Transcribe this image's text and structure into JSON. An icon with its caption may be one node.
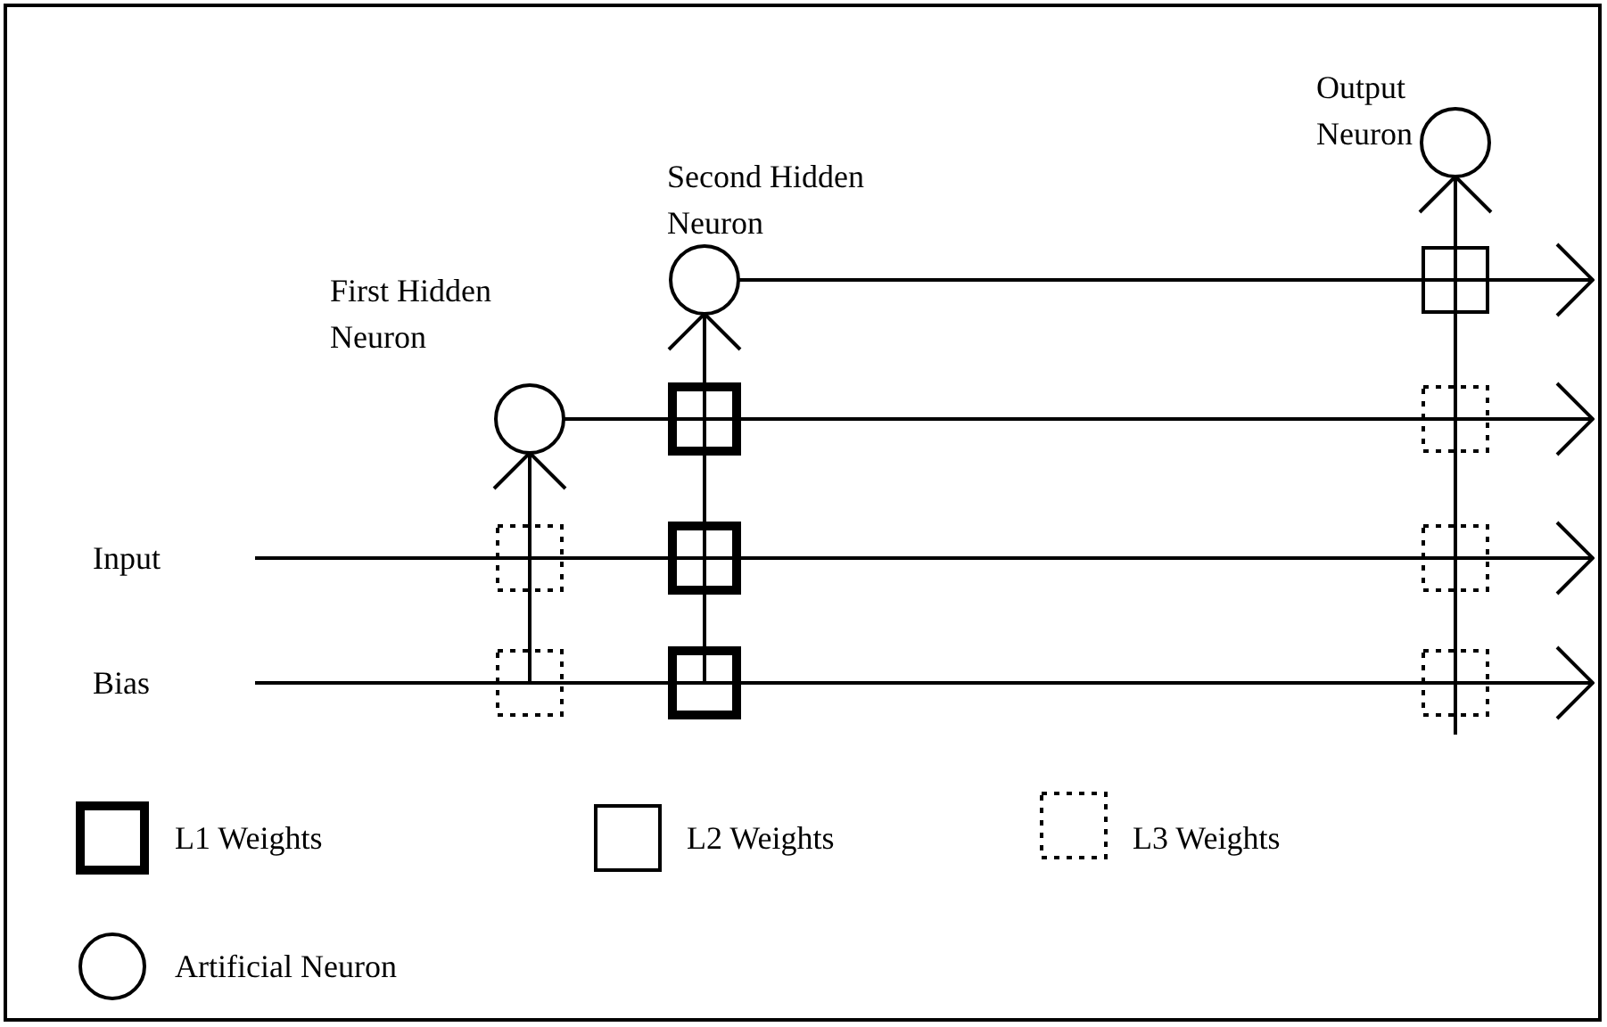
{
  "diagram": {
    "nodes": [
      {
        "text": [
          "Input"
        ]
      },
      {
        "text": [
          "Bias"
        ]
      },
      {
        "text": [
          "First Hidden Neuron"
        ]
      },
      {
        "text": [
          "Second Hidden Neuron"
        ]
      },
      {
        "text": [
          "Output Neuron"
        ]
      }
    ],
    "edges": [
      {
        "from": 0,
        "to": null,
        "arrow": "to"
      },
      {
        "from": 1,
        "to": null,
        "arrow": "to"
      },
      {
        "from": 2,
        "to": null,
        "arrow": "to"
      },
      {
        "from": 3,
        "to": null,
        "arrow": "to"
      },
      {
        "from": null,
        "to": 2,
        "arrow": "to"
      },
      {
        "from": null,
        "to": 3,
        "arrow": "to"
      },
      {
        "from": null,
        "to": 4,
        "arrow": "to"
      }
    ],
    "legend": [
      {
        "text": "L1 Weights"
      },
      {
        "text": "L2 Weights"
      },
      {
        "text": "L3 Weights"
      },
      {
        "text": "Artificial Neuron"
      }
    ]
  }
}
